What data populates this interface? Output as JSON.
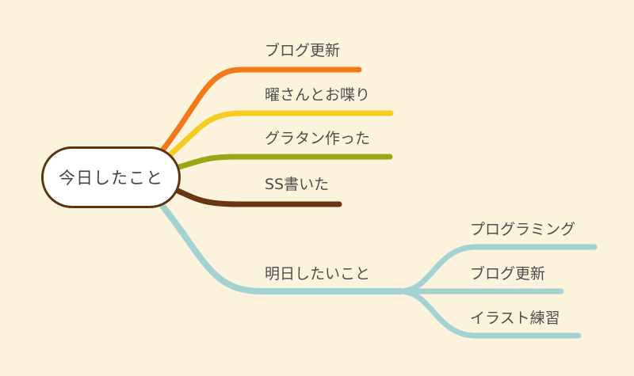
{
  "root": {
    "label": "今日したこと"
  },
  "branches": [
    {
      "label": "ブログ更新",
      "color": "#f07a1a"
    },
    {
      "label": "曜さんとお喋り",
      "color": "#f5cc22"
    },
    {
      "label": "グラタン作った",
      "color": "#9ea416"
    },
    {
      "label": "SS書いた",
      "color": "#6a3510"
    },
    {
      "label": "明日したいこと",
      "color": "#a4d2d3",
      "children": [
        {
          "label": "プログラミング"
        },
        {
          "label": "ブログ更新"
        },
        {
          "label": "イラスト練習"
        }
      ]
    }
  ]
}
